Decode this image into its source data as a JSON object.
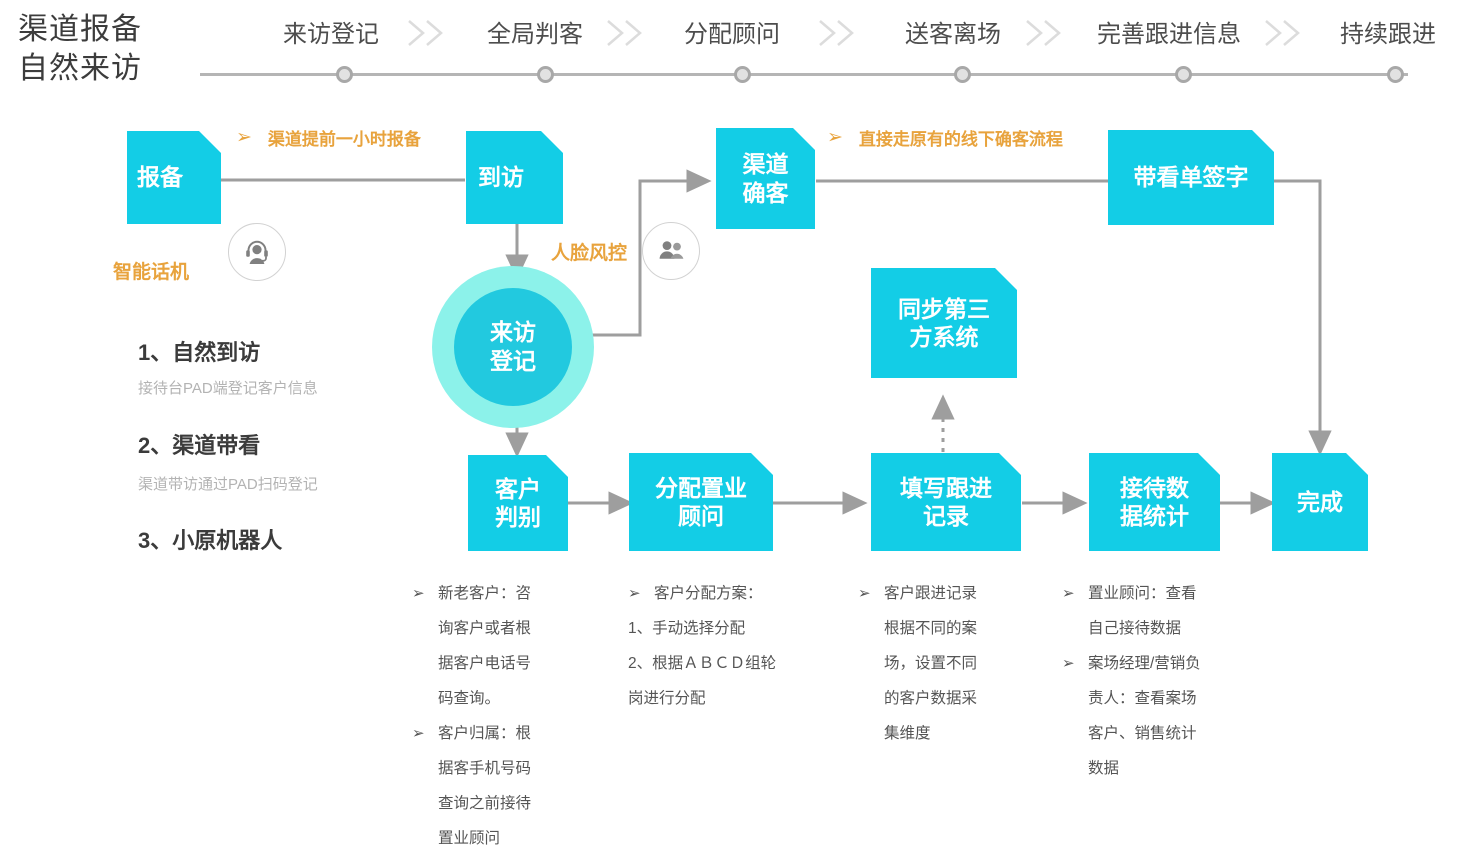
{
  "page_title": "渠道报备\n自然来访",
  "page_title_lines": [
    "渠道报备",
    "自然来访"
  ],
  "colors": {
    "accent_cyan": "#13CDE6",
    "circle_core": "#22C9DF",
    "circle_glow": "#8CF2EA",
    "orange": "#E8A33D",
    "line_grey": "#9e9e9e",
    "text_dark": "#3b3b3b",
    "text_muted": "#b3b3b3"
  },
  "timeline": {
    "steps": [
      {
        "label": "来访登记"
      },
      {
        "label": "全局判客"
      },
      {
        "label": "分配顾问"
      },
      {
        "label": "送客离场"
      },
      {
        "label": "完善跟进信息"
      },
      {
        "label": "持续跟进"
      }
    ],
    "separator_icon": "double-chevron-right-icon"
  },
  "flow": {
    "boxes": [
      {
        "id": "baobei",
        "label": "报备",
        "lines": [
          "报备"
        ]
      },
      {
        "id": "daofang",
        "label": "到访",
        "lines": [
          "到访"
        ]
      },
      {
        "id": "qudaoqueke",
        "label": "渠道确客",
        "lines": [
          "渠道",
          "确客"
        ]
      },
      {
        "id": "daikanqian",
        "label": "带看单签字",
        "lines": [
          "带看单签字"
        ]
      },
      {
        "id": "tongbu",
        "label": "同步第三方系统",
        "lines": [
          "同步第三",
          "方系统"
        ]
      },
      {
        "id": "kehupanbie",
        "label": "客户判别",
        "lines": [
          "客户",
          "判别"
        ]
      },
      {
        "id": "fenpei",
        "label": "分配置业顾问",
        "lines": [
          "分配置业",
          "顾问"
        ]
      },
      {
        "id": "tianxie",
        "label": "填写跟进记录",
        "lines": [
          "填写跟进",
          "记录"
        ]
      },
      {
        "id": "jiedai",
        "label": "接待数据统计",
        "lines": [
          "接待数",
          "据统计"
        ]
      },
      {
        "id": "wancheng",
        "label": "完成",
        "lines": [
          "完成"
        ]
      }
    ],
    "center_node": {
      "id": "laifangdengji",
      "lines": [
        "来访",
        "登记"
      ]
    },
    "annotations": [
      {
        "id": "note-baobei",
        "text": "渠道提前一小时报备",
        "bullet": "➢"
      },
      {
        "id": "note-queke",
        "text": "直接走原有的线下确客流程",
        "bullet": "➢"
      }
    ],
    "inline_labels": [
      {
        "id": "label-smartphone",
        "text": "智能话机",
        "icon": "headset-agent-icon"
      },
      {
        "id": "label-facerisk",
        "text": "人脸风控",
        "icon": "two-people-icon"
      }
    ]
  },
  "left_list": [
    {
      "title": "1、自然到访",
      "sub": "接待台PAD端登记客户信息"
    },
    {
      "title": "2、渠道带看",
      "sub": "渠道带访通过PAD扫码登记"
    },
    {
      "title": "3、小原机器人",
      "sub": ""
    }
  ],
  "note_columns": [
    {
      "id": "notes-kehupanbie",
      "items": [
        {
          "bullet": "➢",
          "lines": [
            "新老客户：咨",
            "询客户或者根",
            "据客户电话号",
            "码查询。"
          ]
        },
        {
          "bullet": "➢",
          "lines": [
            "客户归属：根",
            "据客手机号码",
            "查询之前接待",
            "置业顾问"
          ]
        }
      ]
    },
    {
      "id": "notes-fenpei",
      "items": [
        {
          "bullet": "➢",
          "lines": [
            "  客户分配方案："
          ]
        }
      ],
      "plain_lines": [
        "1、手动选择分配",
        "2、根据ＡＢＣＤ组轮",
        "岗进行分配"
      ]
    },
    {
      "id": "notes-tianxie",
      "items": [
        {
          "bullet": "➢",
          "lines": [
            "客户跟进记录",
            "根据不同的案",
            "场，设置不同",
            "的客户数据采",
            "集维度"
          ]
        }
      ]
    },
    {
      "id": "notes-jiedai",
      "items": [
        {
          "bullet": "➢",
          "lines": [
            "置业顾问：查看",
            "自己接待数据"
          ]
        },
        {
          "bullet": "➢",
          "lines": [
            "案场经理/营销负",
            "责人：查看案场",
            "客户、销售统计",
            "数据"
          ]
        }
      ]
    }
  ]
}
